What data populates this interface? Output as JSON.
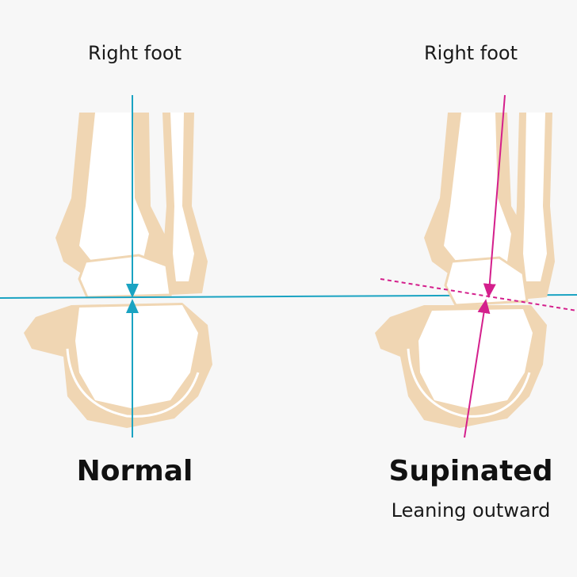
{
  "panels": {
    "normal": {
      "view_label": "Right foot",
      "title": "Normal"
    },
    "supinated": {
      "view_label": "Right foot",
      "title": "Supinated",
      "subtitle": "Leaning outward"
    }
  },
  "colors": {
    "background": "#f7f7f7",
    "bone_fill": "#f0d6b3",
    "bone_inner": "#ffffff",
    "normal_axis": "#1aa3c2",
    "supinated_axis": "#d41f8c"
  }
}
